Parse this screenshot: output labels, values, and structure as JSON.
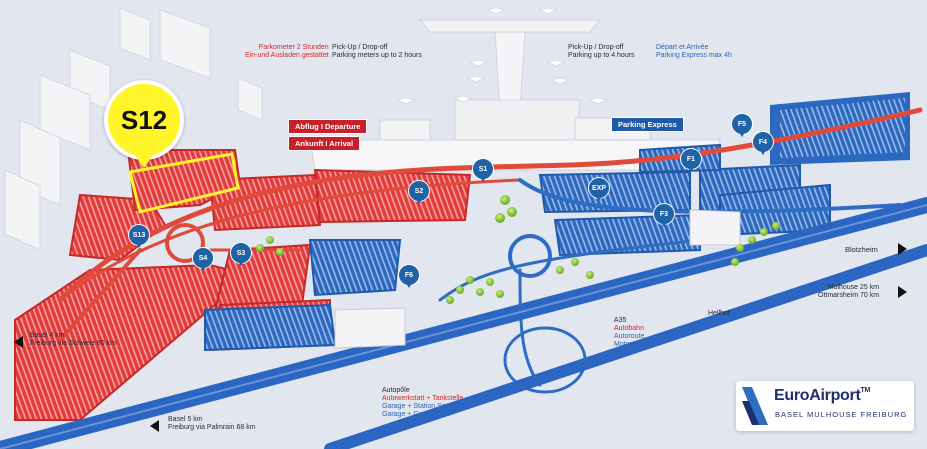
{
  "map": {
    "highlight_badge": "S12",
    "signs": {
      "departure": "Abflug I Departure",
      "arrival": "Ankunft I Arrival",
      "parking_express": "Parking Express"
    },
    "labels": {
      "parkometer_de_1": "Parkometer 2 Stunden",
      "parkometer_de_2": "Ein-und Ausladen gestattet",
      "pickup_2h_1": "Pick-Up / Drop-off",
      "pickup_2h_2": "Parking meters up to 2 hours",
      "pickup_4h_1": "Pick-Up / Drop-off",
      "pickup_4h_2": "Parking up to 4 hours",
      "depart_fr_1": "Départ et Arrivée",
      "depart_fr_2": "Parking Express max 4h",
      "blotzheim": "Blotzheim",
      "mulhouse_1": "Mulhouse 25 km",
      "mulhouse_2": "Ottmarsheim 70 km",
      "hellhof": "Hellhof",
      "a35": "A35",
      "autobahn": "Autobahn",
      "autoroute": "Autoroute",
      "motorway": "Motorway",
      "basel4_1": "Basel 4 km",
      "basel4_2": "Freiburg via Schweiz 80 km",
      "basel5_1": "Basel 5 km",
      "basel5_2": "Freiburg via Palmrain 68 km",
      "autopole": "Autopôle",
      "autowerkstatt": "Autowerkstatt + Tankstelle",
      "garage_fr": "Garage + Station Service",
      "garage_en": "Garage + Gas Station"
    },
    "pins": {
      "s1": "S1",
      "s2": "S2",
      "s3": "S3",
      "s4": "S4",
      "s13": "S13",
      "exp": "EXP",
      "f1": "F1",
      "f3": "F3",
      "f4": "F4",
      "f5": "F5",
      "f6": "F6"
    },
    "logo": {
      "name": "EuroAirport",
      "tm": "TM",
      "subtitle": "BASEL  MULHOUSE  FREIBURG"
    },
    "colors": {
      "german_parking": "#e03535",
      "french_parking": "#2f6cc4",
      "road": "#e7543f",
      "motorway": "#2a66c2",
      "highlight": "#fff52a"
    }
  }
}
